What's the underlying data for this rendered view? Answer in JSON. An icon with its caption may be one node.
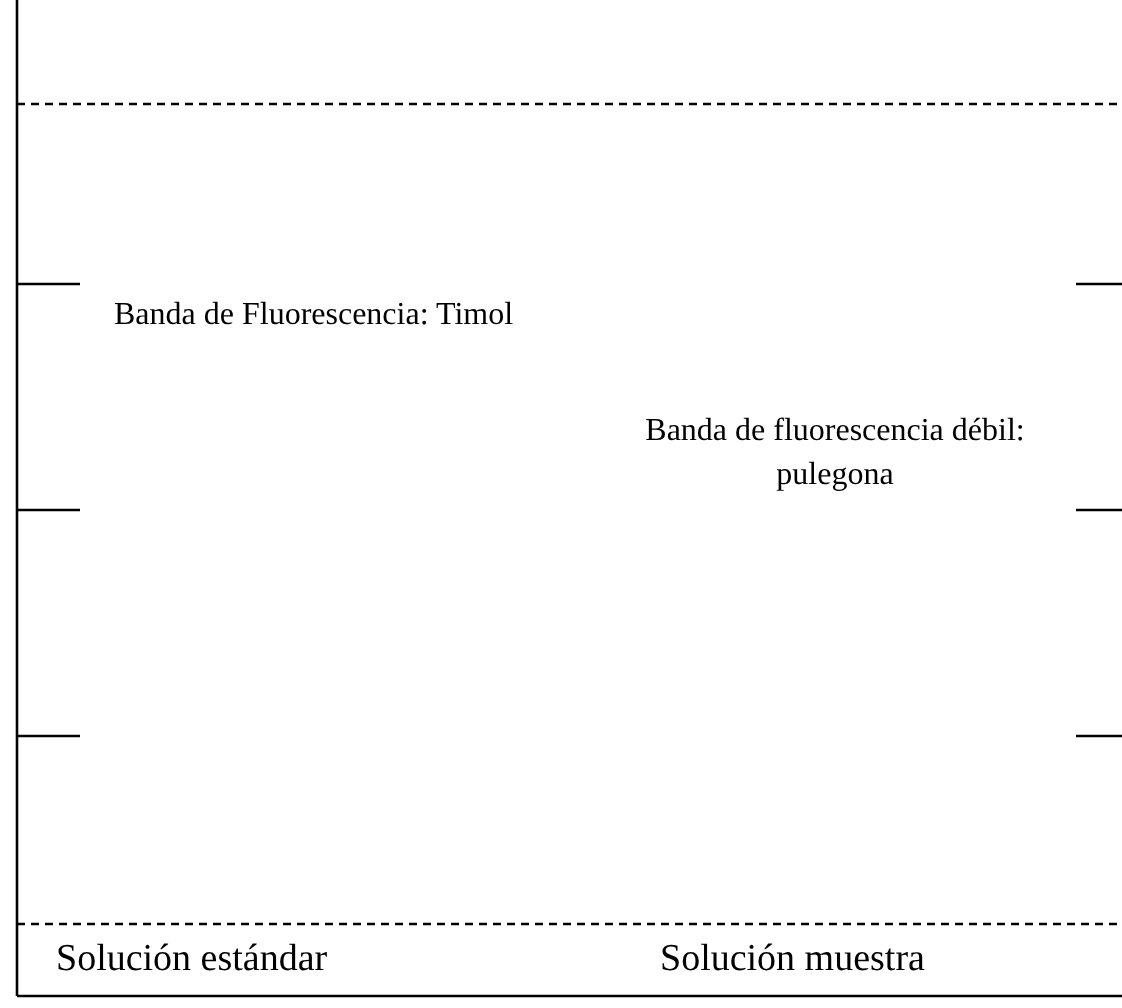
{
  "diagram": {
    "nodes": [
      {
        "text": [
          "Banda de Fluorescencia: Timol",
          "Banda de fluorescencia débil: pulegona",
          "Solución estándar",
          "Solución muestra"
        ]
      }
    ]
  }
}
